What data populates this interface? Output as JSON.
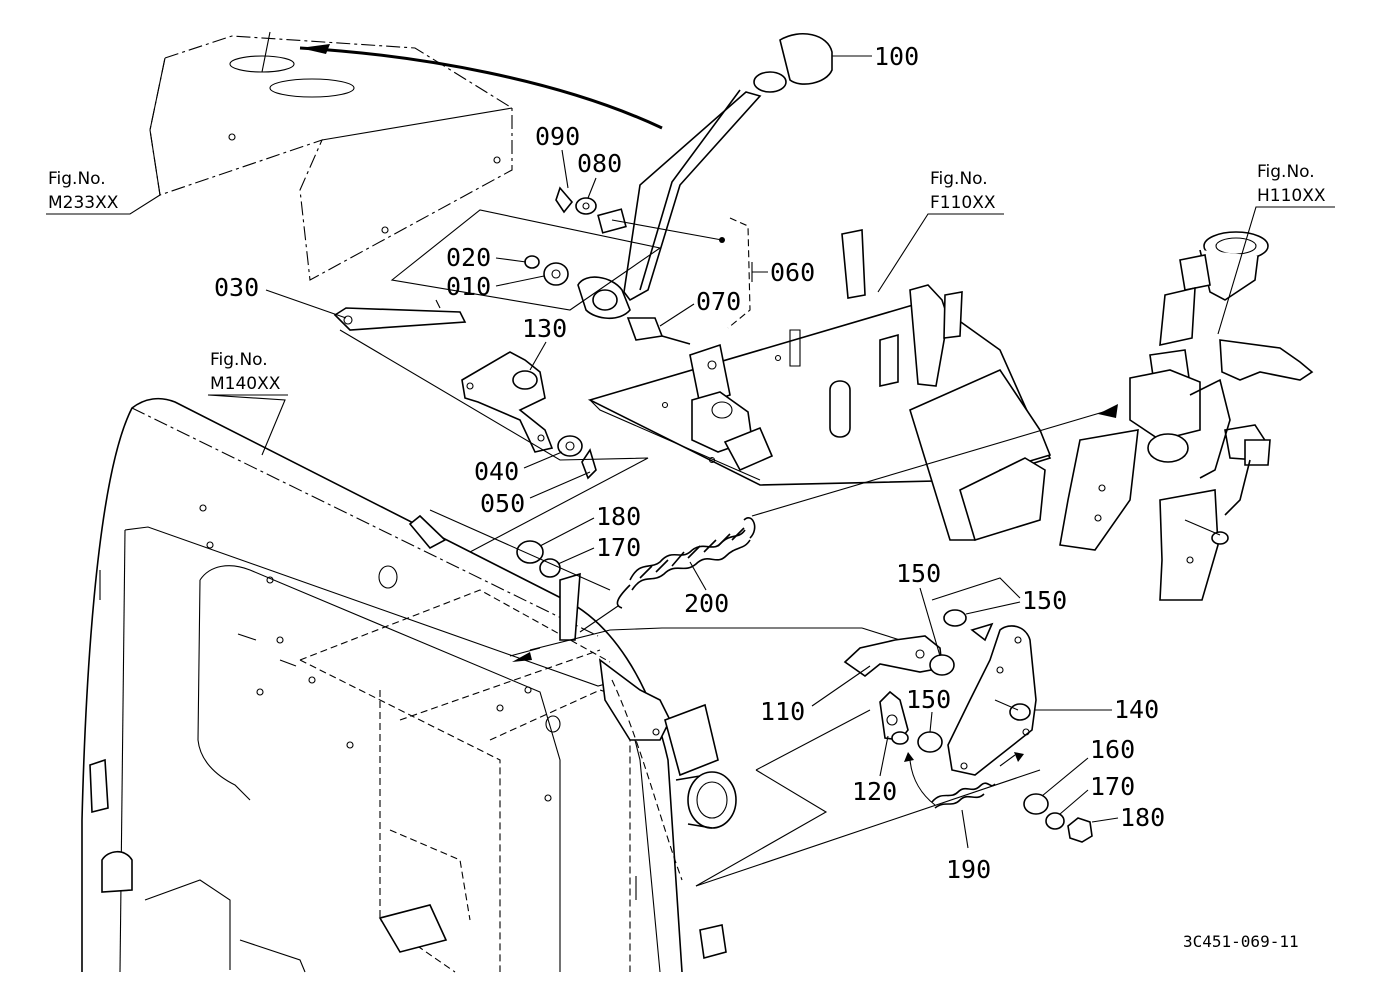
{
  "figure_refs": [
    {
      "id": "m233",
      "title": "Fig.No.",
      "code": "M233XX"
    },
    {
      "id": "f110",
      "title": "Fig.No.",
      "code": "F110XX"
    },
    {
      "id": "h110",
      "title": "Fig.No.",
      "code": "H110XX"
    },
    {
      "id": "m140",
      "title": "Fig.No.",
      "code": "M140XX"
    }
  ],
  "callouts": [
    {
      "id": "p100",
      "label": "100"
    },
    {
      "id": "p090",
      "label": "090"
    },
    {
      "id": "p080",
      "label": "080"
    },
    {
      "id": "p020",
      "label": "020"
    },
    {
      "id": "p010",
      "label": "010"
    },
    {
      "id": "p060",
      "label": "060"
    },
    {
      "id": "p070",
      "label": "070"
    },
    {
      "id": "p030",
      "label": "030"
    },
    {
      "id": "p130",
      "label": "130"
    },
    {
      "id": "p040",
      "label": "040"
    },
    {
      "id": "p050",
      "label": "050"
    },
    {
      "id": "p180a",
      "label": "180"
    },
    {
      "id": "p170a",
      "label": "170"
    },
    {
      "id": "p200",
      "label": "200"
    },
    {
      "id": "p150a",
      "label": "150"
    },
    {
      "id": "p150b",
      "label": "150"
    },
    {
      "id": "p150c",
      "label": "150"
    },
    {
      "id": "p110",
      "label": "110"
    },
    {
      "id": "p140",
      "label": "140"
    },
    {
      "id": "p120",
      "label": "120"
    },
    {
      "id": "p160",
      "label": "160"
    },
    {
      "id": "p170b",
      "label": "170"
    },
    {
      "id": "p180b",
      "label": "180"
    },
    {
      "id": "p190",
      "label": "190"
    }
  ],
  "drawing_code": "3C451-069-11"
}
